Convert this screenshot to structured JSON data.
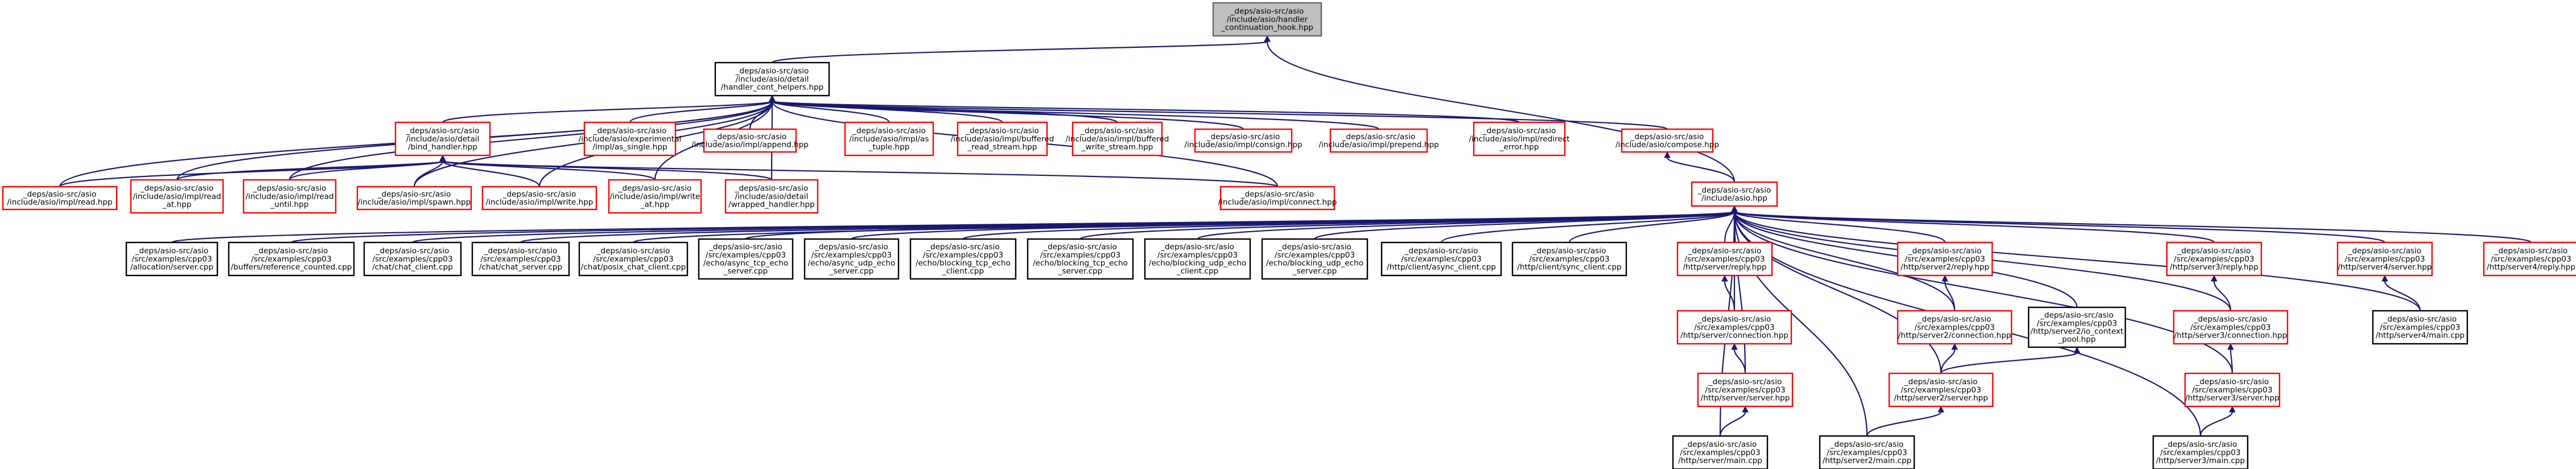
{
  "colors": {
    "edge": "#191970",
    "root_fill": "#bfbfbf",
    "red_border": "#ff0000",
    "black_border": "#000000"
  },
  "nodes": [
    {
      "id": "hook",
      "lines": [
        "_deps/asio-src/asio",
        "/include/asio/handler",
        "_continuation_hook.hpp"
      ],
      "style": "root"
    },
    {
      "id": "hch",
      "lines": [
        "_deps/asio-src/asio",
        "/include/asio/detail",
        "/handler_cont_helpers.hpp"
      ],
      "style": "black"
    },
    {
      "id": "bh",
      "lines": [
        "_deps/asio-src/asio",
        "/include/asio/detail",
        "/bind_handler.hpp"
      ],
      "style": "red"
    },
    {
      "id": "exp",
      "lines": [
        "_deps/asio-src/asio",
        "/include/asio/experimental",
        "/impl/as_single.hpp"
      ],
      "style": "red"
    },
    {
      "id": "app",
      "lines": [
        "_deps/asio-src/asio",
        "/include/asio/impl/append.hpp"
      ],
      "style": "red"
    },
    {
      "id": "astuple",
      "lines": [
        "_deps/asio-src/asio",
        "/include/asio/impl/as",
        "_tuple.hpp"
      ],
      "style": "red"
    },
    {
      "id": "brs",
      "lines": [
        "_deps/asio-src/asio",
        "/include/asio/impl/buffered",
        "_read_stream.hpp"
      ],
      "style": "red"
    },
    {
      "id": "bws",
      "lines": [
        "_deps/asio-src/asio",
        "/include/asio/impl/buffered",
        "_write_stream.hpp"
      ],
      "style": "red"
    },
    {
      "id": "consign",
      "lines": [
        "_deps/asio-src/asio",
        "/include/asio/impl/consign.hpp"
      ],
      "style": "red"
    },
    {
      "id": "prepend",
      "lines": [
        "_deps/asio-src/asio",
        "/include/asio/impl/prepend.hpp"
      ],
      "style": "red"
    },
    {
      "id": "redir",
      "lines": [
        "_deps/asio-src/asio",
        "/include/asio/impl/redirect",
        "_error.hpp"
      ],
      "style": "red"
    },
    {
      "id": "compose",
      "lines": [
        "_deps/asio-src/asio",
        "/include/asio/compose.hpp"
      ],
      "style": "red"
    },
    {
      "id": "read",
      "lines": [
        "_deps/asio-src/asio",
        "/include/asio/impl/read.hpp"
      ],
      "style": "red"
    },
    {
      "id": "readat",
      "lines": [
        "_deps/asio-src/asio",
        "/include/asio/impl/read",
        "_at.hpp"
      ],
      "style": "red"
    },
    {
      "id": "readuntil",
      "lines": [
        "_deps/asio-src/asio",
        "/include/asio/impl/read",
        "_until.hpp"
      ],
      "style": "red"
    },
    {
      "id": "spawn",
      "lines": [
        "_deps/asio-src/asio",
        "/include/asio/impl/spawn.hpp"
      ],
      "style": "red"
    },
    {
      "id": "write",
      "lines": [
        "_deps/asio-src/asio",
        "/include/asio/impl/write.hpp"
      ],
      "style": "red"
    },
    {
      "id": "writeat",
      "lines": [
        "_deps/asio-src/asio",
        "/include/asio/impl/write",
        "_at.hpp"
      ],
      "style": "red"
    },
    {
      "id": "wrapped",
      "lines": [
        "_deps/asio-src/asio",
        "/include/asio/detail",
        "/wrapped_handler.hpp"
      ],
      "style": "red"
    },
    {
      "id": "connect",
      "lines": [
        "_deps/asio-src/asio",
        "/include/asio/impl/connect.hpp"
      ],
      "style": "red"
    },
    {
      "id": "asio",
      "lines": [
        "_deps/asio-src/asio",
        "/include/asio.hpp"
      ],
      "style": "red"
    },
    {
      "id": "alloc",
      "lines": [
        "_deps/asio-src/asio",
        "/src/examples/cpp03",
        "/allocation/server.cpp"
      ],
      "style": "black"
    },
    {
      "id": "refc",
      "lines": [
        "_deps/asio-src/asio",
        "/src/examples/cpp03",
        "/buffers/reference_counted.cpp"
      ],
      "style": "black"
    },
    {
      "id": "chatc",
      "lines": [
        "_deps/asio-src/asio",
        "/src/examples/cpp03",
        "/chat/chat_client.cpp"
      ],
      "style": "black"
    },
    {
      "id": "chats",
      "lines": [
        "_deps/asio-src/asio",
        "/src/examples/cpp03",
        "/chat/chat_server.cpp"
      ],
      "style": "black"
    },
    {
      "id": "posixc",
      "lines": [
        "_deps/asio-src/asio",
        "/src/examples/cpp03",
        "/chat/posix_chat_client.cpp"
      ],
      "style": "black"
    },
    {
      "id": "ates",
      "lines": [
        "_deps/asio-src/asio",
        "/src/examples/cpp03",
        "/echo/async_tcp_echo",
        "_server.cpp"
      ],
      "style": "black"
    },
    {
      "id": "aues",
      "lines": [
        "_deps/asio-src/asio",
        "/src/examples/cpp03",
        "/echo/async_udp_echo",
        "_server.cpp"
      ],
      "style": "black"
    },
    {
      "id": "btec",
      "lines": [
        "_deps/asio-src/asio",
        "/src/examples/cpp03",
        "/echo/blocking_tcp_echo",
        "_client.cpp"
      ],
      "style": "black"
    },
    {
      "id": "btes",
      "lines": [
        "_deps/asio-src/asio",
        "/src/examples/cpp03",
        "/echo/blocking_tcp_echo",
        "_server.cpp"
      ],
      "style": "black"
    },
    {
      "id": "buec",
      "lines": [
        "_deps/asio-src/asio",
        "/src/examples/cpp03",
        "/echo/blocking_udp_echo",
        "_client.cpp"
      ],
      "style": "black"
    },
    {
      "id": "bues",
      "lines": [
        "_deps/asio-src/asio",
        "/src/examples/cpp03",
        "/echo/blocking_udp_echo",
        "_server.cpp"
      ],
      "style": "black"
    },
    {
      "id": "hac",
      "lines": [
        "_deps/asio-src/asio",
        "/src/examples/cpp03",
        "/http/client/async_client.cpp"
      ],
      "style": "black"
    },
    {
      "id": "hsc",
      "lines": [
        "_deps/asio-src/asio",
        "/src/examples/cpp03",
        "/http/client/sync_client.cpp"
      ],
      "style": "black"
    },
    {
      "id": "s1reply",
      "lines": [
        "_deps/asio-src/asio",
        "/src/examples/cpp03",
        "/http/server/reply.hpp"
      ],
      "style": "red"
    },
    {
      "id": "s1conn",
      "lines": [
        "_deps/asio-src/asio",
        "/src/examples/cpp03",
        "/http/server/connection.hpp"
      ],
      "style": "red"
    },
    {
      "id": "s1srv",
      "lines": [
        "_deps/asio-src/asio",
        "/src/examples/cpp03",
        "/http/server/server.hpp"
      ],
      "style": "red"
    },
    {
      "id": "s1main",
      "lines": [
        "_deps/asio-src/asio",
        "/src/examples/cpp03",
        "/http/server/main.cpp"
      ],
      "style": "black"
    },
    {
      "id": "s2reply",
      "lines": [
        "_deps/asio-src/asio",
        "/src/examples/cpp03",
        "/http/server2/reply.hpp"
      ],
      "style": "red"
    },
    {
      "id": "s2conn",
      "lines": [
        "_deps/asio-src/asio",
        "/src/examples/cpp03",
        "/http/server2/connection.hpp"
      ],
      "style": "red"
    },
    {
      "id": "s2pool",
      "lines": [
        "_deps/asio-src/asio",
        "/src/examples/cpp03",
        "/http/server2/io_context",
        "_pool.hpp"
      ],
      "style": "black"
    },
    {
      "id": "s2srv",
      "lines": [
        "_deps/asio-src/asio",
        "/src/examples/cpp03",
        "/http/server2/server.hpp"
      ],
      "style": "red"
    },
    {
      "id": "s2main",
      "lines": [
        "_deps/asio-src/asio",
        "/src/examples/cpp03",
        "/http/server2/main.cpp"
      ],
      "style": "black"
    },
    {
      "id": "s3reply",
      "lines": [
        "_deps/asio-src/asio",
        "/src/examples/cpp03",
        "/http/server3/reply.hpp"
      ],
      "style": "red"
    },
    {
      "id": "s3conn",
      "lines": [
        "_deps/asio-src/asio",
        "/src/examples/cpp03",
        "/http/server3/connection.hpp"
      ],
      "style": "red"
    },
    {
      "id": "s3srv",
      "lines": [
        "_deps/asio-src/asio",
        "/src/examples/cpp03",
        "/http/server3/server.hpp"
      ],
      "style": "red"
    },
    {
      "id": "s3main",
      "lines": [
        "_deps/asio-src/asio",
        "/src/examples/cpp03",
        "/http/server3/main.cpp"
      ],
      "style": "black"
    },
    {
      "id": "s4srv",
      "lines": [
        "_deps/asio-src/asio",
        "/src/examples/cpp03",
        "/http/server4/server.hpp"
      ],
      "style": "red"
    },
    {
      "id": "s4main",
      "lines": [
        "_deps/asio-src/asio",
        "/src/examples/cpp03",
        "/http/server4/main.cpp"
      ],
      "style": "black"
    },
    {
      "id": "s4reply",
      "lines": [
        "_deps/asio-src/asio",
        "/src/examples/cpp03",
        "/http/server4/reply.hpp"
      ],
      "style": "red"
    }
  ],
  "edges": [
    [
      "hch",
      "hook"
    ],
    [
      "asio",
      "hook"
    ],
    [
      "bh",
      "hch"
    ],
    [
      "exp",
      "hch"
    ],
    [
      "app",
      "hch"
    ],
    [
      "astuple",
      "hch"
    ],
    [
      "brs",
      "hch"
    ],
    [
      "bws",
      "hch"
    ],
    [
      "consign",
      "hch"
    ],
    [
      "prepend",
      "hch"
    ],
    [
      "redir",
      "hch"
    ],
    [
      "compose",
      "hch"
    ],
    [
      "read",
      "hch"
    ],
    [
      "readat",
      "hch"
    ],
    [
      "readuntil",
      "hch"
    ],
    [
      "spawn",
      "hch"
    ],
    [
      "write",
      "hch"
    ],
    [
      "writeat",
      "hch"
    ],
    [
      "wrapped",
      "hch"
    ],
    [
      "connect",
      "hch"
    ],
    [
      "read",
      "bh"
    ],
    [
      "readat",
      "bh"
    ],
    [
      "readuntil",
      "bh"
    ],
    [
      "spawn",
      "bh"
    ],
    [
      "write",
      "bh"
    ],
    [
      "writeat",
      "bh"
    ],
    [
      "wrapped",
      "bh"
    ],
    [
      "connect",
      "bh"
    ],
    [
      "asio",
      "compose"
    ],
    [
      "alloc",
      "asio"
    ],
    [
      "refc",
      "asio"
    ],
    [
      "chatc",
      "asio"
    ],
    [
      "chats",
      "asio"
    ],
    [
      "posixc",
      "asio"
    ],
    [
      "ates",
      "asio"
    ],
    [
      "aues",
      "asio"
    ],
    [
      "btec",
      "asio"
    ],
    [
      "btes",
      "asio"
    ],
    [
      "buec",
      "asio"
    ],
    [
      "bues",
      "asio"
    ],
    [
      "hac",
      "asio"
    ],
    [
      "hsc",
      "asio"
    ],
    [
      "s1reply",
      "asio"
    ],
    [
      "s1conn",
      "asio"
    ],
    [
      "s1srv",
      "asio"
    ],
    [
      "s1main",
      "asio"
    ],
    [
      "s2reply",
      "asio"
    ],
    [
      "s2conn",
      "asio"
    ],
    [
      "s2pool",
      "asio"
    ],
    [
      "s2srv",
      "asio"
    ],
    [
      "s2main",
      "asio"
    ],
    [
      "s3reply",
      "asio"
    ],
    [
      "s3conn",
      "asio"
    ],
    [
      "s3srv",
      "asio"
    ],
    [
      "s3main",
      "asio"
    ],
    [
      "s4srv",
      "asio"
    ],
    [
      "s4main",
      "asio"
    ],
    [
      "s4reply",
      "asio"
    ],
    [
      "s1conn",
      "s1reply"
    ],
    [
      "s1srv",
      "s1conn"
    ],
    [
      "s1main",
      "s1srv"
    ],
    [
      "s2conn",
      "s2reply"
    ],
    [
      "s2srv",
      "s2conn"
    ],
    [
      "s2srv",
      "s2pool"
    ],
    [
      "s2main",
      "s2srv"
    ],
    [
      "s3conn",
      "s3reply"
    ],
    [
      "s3srv",
      "s3conn"
    ],
    [
      "s3main",
      "s3srv"
    ],
    [
      "s4main",
      "s4srv"
    ]
  ]
}
